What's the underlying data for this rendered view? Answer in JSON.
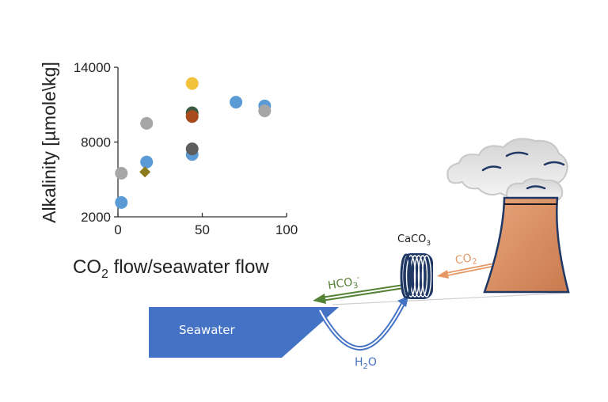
{
  "chart_data": {
    "type": "scatter",
    "title": "",
    "xlabel": "CO2 flow/seawater flow",
    "xlabel_main": "CO",
    "xlabel_sub": "2",
    "xlabel_rest": " flow/seawater flow",
    "ylabel": "Alkalinity [µmole\\kg]",
    "xlim": [
      0,
      100
    ],
    "ylim": [
      2000,
      14000
    ],
    "xticks": [
      0,
      50,
      100
    ],
    "yticks": [
      2000,
      8000,
      14000
    ],
    "xtick_labels": [
      "0",
      "50",
      "100"
    ],
    "ytick_labels": [
      "2000",
      "8000",
      "14000"
    ],
    "grid": false,
    "legend": "none",
    "points": [
      {
        "x": 2,
        "y": 5500,
        "color": "#a6a6a6",
        "shape": "circle"
      },
      {
        "x": 2,
        "y": 3150,
        "color": "#5b9bd5",
        "shape": "circle"
      },
      {
        "x": 17,
        "y": 9500,
        "color": "#a6a6a6",
        "shape": "circle"
      },
      {
        "x": 17,
        "y": 6400,
        "color": "#5b9bd5",
        "shape": "circle"
      },
      {
        "x": 16,
        "y": 5600,
        "color": "#8c7a1e",
        "shape": "diamond"
      },
      {
        "x": 44,
        "y": 12700,
        "color": "#f2c23a",
        "shape": "circle"
      },
      {
        "x": 44,
        "y": 10350,
        "color": "#3d5a40",
        "shape": "circle"
      },
      {
        "x": 44,
        "y": 10050,
        "color": "#a84a1c",
        "shape": "circle"
      },
      {
        "x": 44,
        "y": 7000,
        "color": "#5b9bd5",
        "shape": "circle"
      },
      {
        "x": 44,
        "y": 7450,
        "color": "#5e5e5e",
        "shape": "circle"
      },
      {
        "x": 70,
        "y": 11200,
        "color": "#5b9bd5",
        "shape": "circle"
      },
      {
        "x": 87,
        "y": 10900,
        "color": "#5b9bd5",
        "shape": "circle"
      },
      {
        "x": 87,
        "y": 10500,
        "color": "#a6a6a6",
        "shape": "circle"
      }
    ]
  },
  "diagram": {
    "seawater_label": "Seawater",
    "caco3_main": "CaCO",
    "caco3_sub": "3",
    "hco3_main": "HCO",
    "hco3_sub": "3",
    "hco3_sup": "-",
    "co2_main": "CO",
    "co2_sub": "2",
    "h2o_h": "H",
    "h2o_sub": "2",
    "h2o_o": "O",
    "colors": {
      "seawater": "#4472c4",
      "hco3_arrow": "#548235",
      "co2_arrow": "#e59866",
      "h2o_arrow": "#4472c4",
      "coil": "#1f3864",
      "tower": "#d9946a",
      "tower_outline": "#1f3864",
      "smoke": "#e6e6e6"
    }
  }
}
